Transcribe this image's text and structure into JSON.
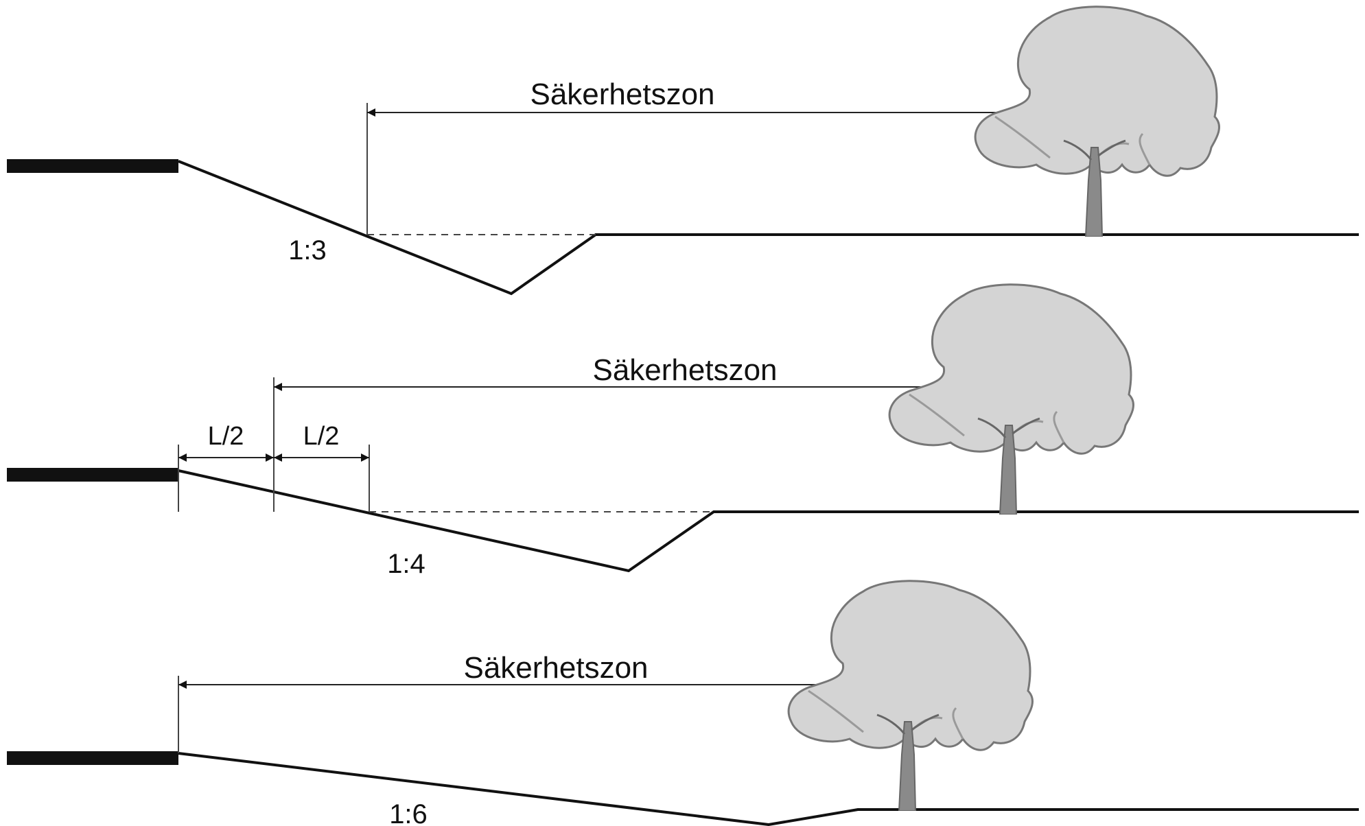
{
  "colors": {
    "line": "#111111",
    "thin_line": "#444444",
    "tree_crown": "#d4d4d4",
    "tree_trunk": "#8a8a8a",
    "background": "#ffffff"
  },
  "panels": [
    {
      "id": "panel-1",
      "zone_label": "Säkerhetszon",
      "slope_label": "1:3"
    },
    {
      "id": "panel-2",
      "zone_label": "Säkerhetszon",
      "slope_label": "1:4",
      "half_labels": [
        "L/2",
        "L/2"
      ]
    },
    {
      "id": "panel-3",
      "zone_label": "Säkerhetszon",
      "slope_label": "1:6"
    }
  ],
  "icons": {
    "tree": "tree-icon"
  }
}
